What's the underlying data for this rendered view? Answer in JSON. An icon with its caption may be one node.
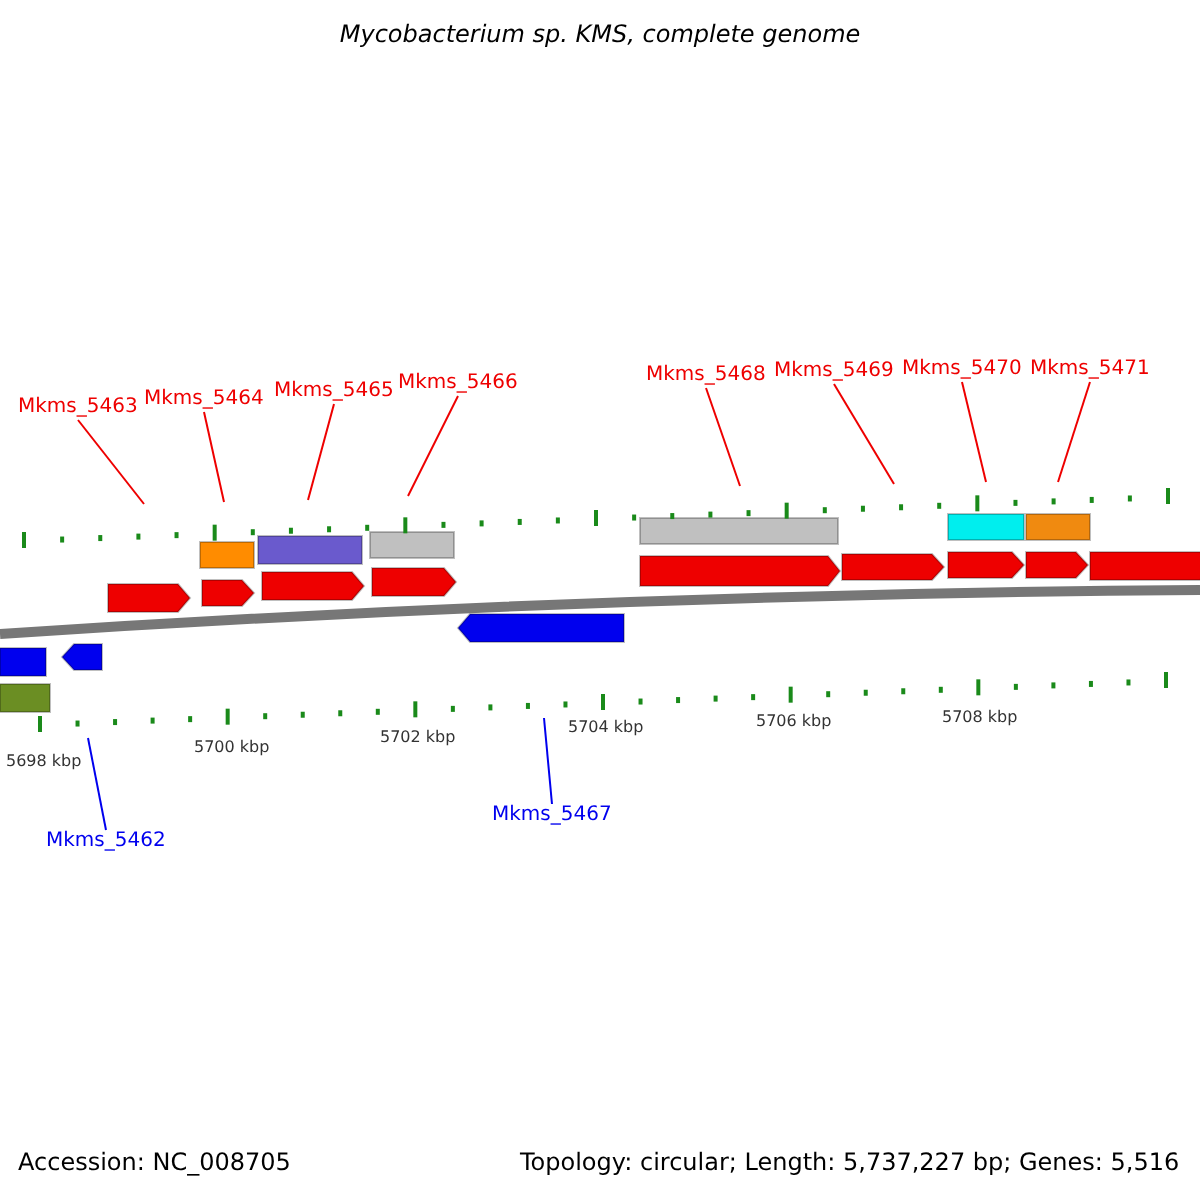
{
  "diagram": {
    "title": "Mycobacterium sp. KMS, complete genome",
    "nodes": [
      {
        "text": [
          "Mkms_5463"
        ]
      },
      {
        "text": [
          "Mkms_5464"
        ]
      },
      {
        "text": [
          "Mkms_5465"
        ]
      },
      {
        "text": [
          "Mkms_5466"
        ]
      },
      {
        "text": [
          "Mkms_5468"
        ]
      },
      {
        "text": [
          "Mkms_5469"
        ]
      },
      {
        "text": [
          "Mkms_5470"
        ]
      },
      {
        "text": [
          "Mkms_5471"
        ]
      },
      {
        "text": [
          "Mkms_5462"
        ]
      },
      {
        "text": [
          "Mkms_5467"
        ]
      }
    ],
    "edges": [
      {
        "from": 0,
        "to": null,
        "arrow": "none"
      },
      {
        "from": 1,
        "to": null,
        "arrow": "none"
      },
      {
        "from": 2,
        "to": null,
        "arrow": "none"
      },
      {
        "from": 3,
        "to": null,
        "arrow": "none"
      },
      {
        "from": 4,
        "to": null,
        "arrow": "none"
      },
      {
        "from": 5,
        "to": null,
        "arrow": "none"
      },
      {
        "from": 6,
        "to": null,
        "arrow": "none"
      },
      {
        "from": 7,
        "to": null,
        "arrow": "none"
      },
      {
        "from": 8,
        "to": null,
        "arrow": "none",
        "color": "#0000ee"
      },
      {
        "from": 9,
        "to": null,
        "arrow": "none",
        "color": "#0000ee"
      }
    ],
    "labels": [
      "5698 kbp",
      "5700 kbp",
      "5702 kbp",
      "5704 kbp",
      "5706 kbp",
      "5708 kbp",
      "Accession: NC_008705",
      "Topology: circular; Length: 5,737,227 bp; Genes: 5,516"
    ]
  }
}
